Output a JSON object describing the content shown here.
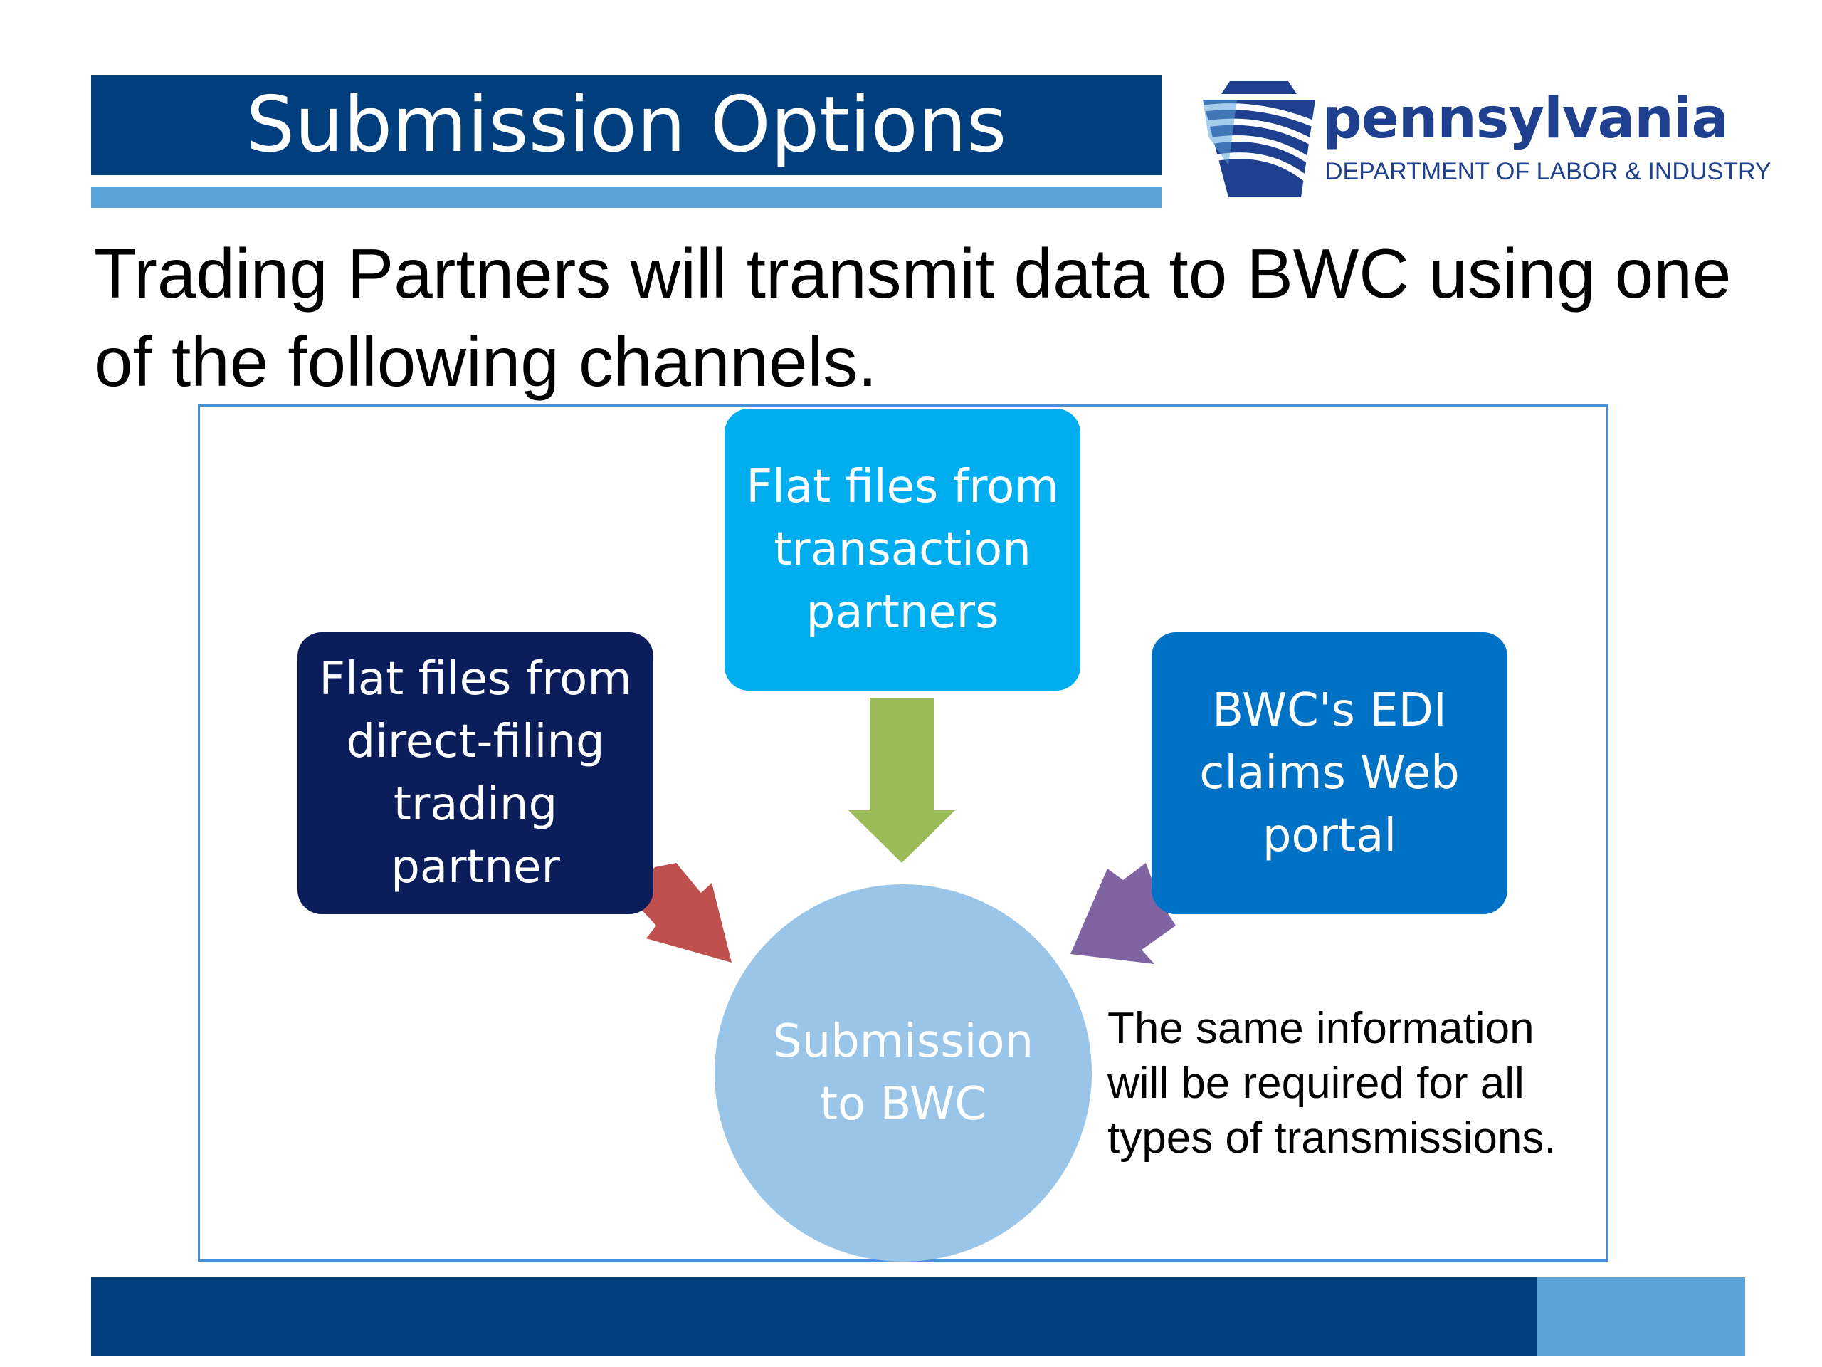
{
  "title": "Submission Options",
  "logo": {
    "name": "pennsylvania",
    "department": "DEPARTMENT OF LABOR & INDUSTRY"
  },
  "intro": "Trading Partners will transmit data to BWC using one of the following channels.",
  "diagram": {
    "channels": [
      {
        "label": "Flat files from direct-filing trading partner",
        "color": "#0B1E5B",
        "arrow_color": "#C0504D"
      },
      {
        "label": "Flat files from transaction partners",
        "color": "#00AEEF",
        "arrow_color": "#9BBB59"
      },
      {
        "label": "BWC's EDI claims Web portal",
        "color": "#0072C6",
        "arrow_color": "#8064A2"
      }
    ],
    "center": {
      "label": "Submission to BWC",
      "color": "#98C5E8"
    },
    "note": "The same information will be required for all types of transmissions."
  },
  "colors": {
    "primary": "#003E7E",
    "accent": "#5BA3D9"
  }
}
